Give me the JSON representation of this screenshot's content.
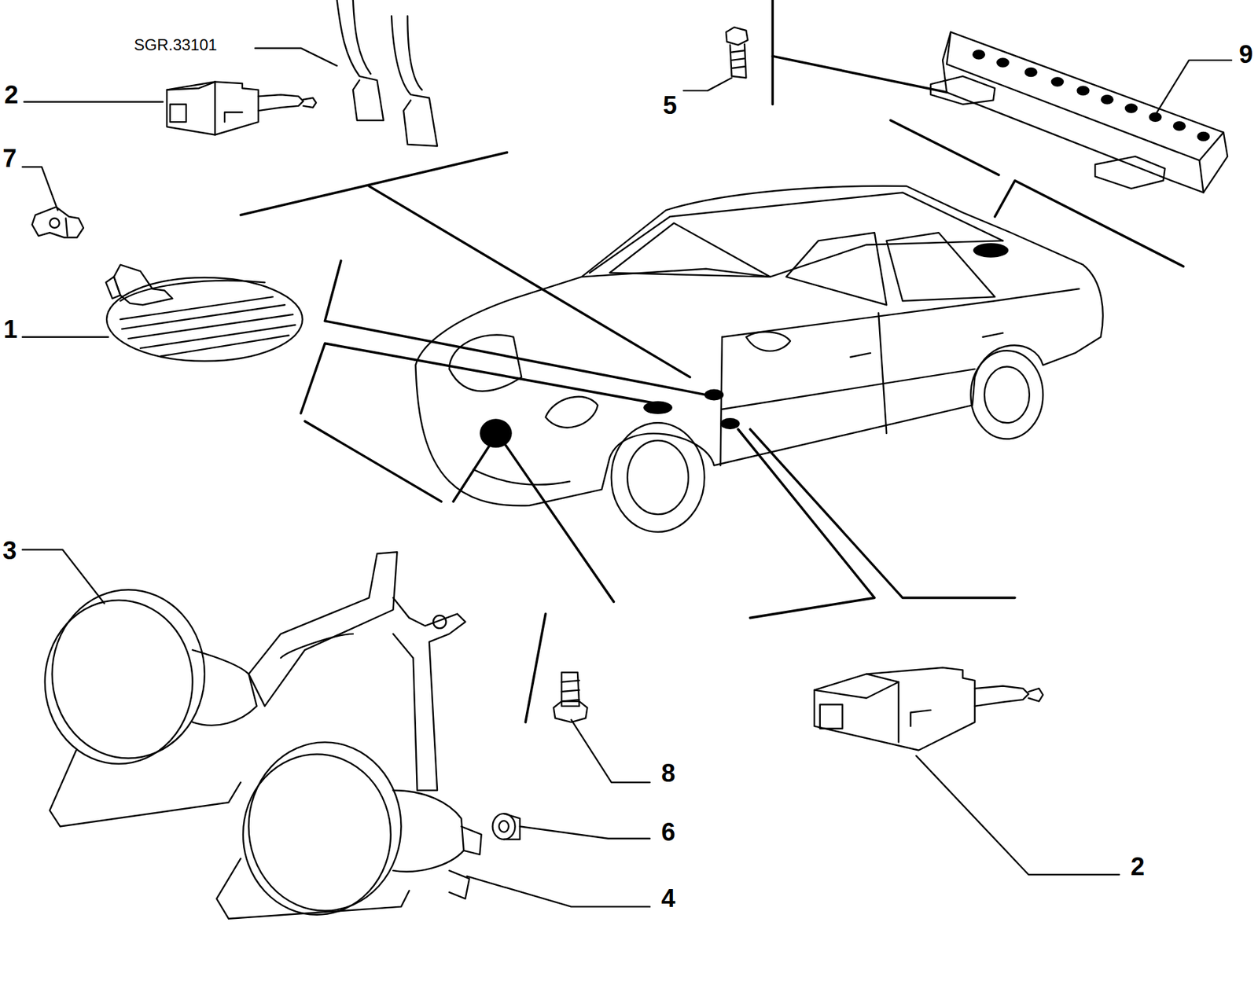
{
  "diagram": {
    "labels": [
      "SGR.33101",
      "2",
      "7",
      "1",
      "5",
      "9",
      "3",
      "8",
      "6",
      "4",
      "2"
    ]
  }
}
